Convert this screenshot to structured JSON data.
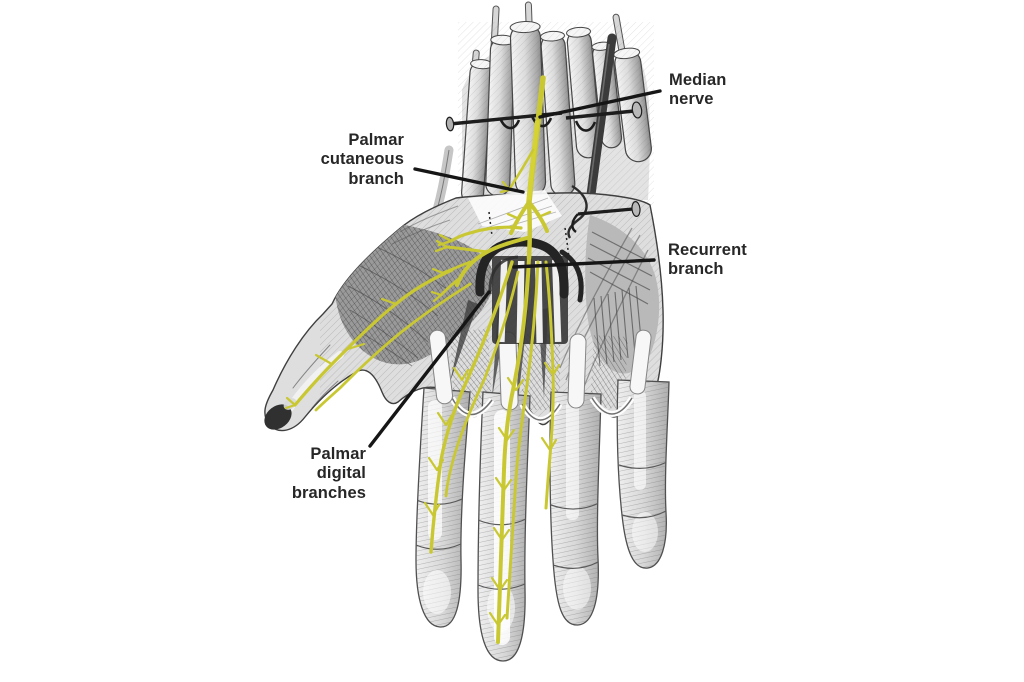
{
  "figure": {
    "background_color": "#ffffff",
    "nerve_highlight_color": "#c9c832",
    "leader_line_color": "#1a1a1a",
    "label_text_color": "#272727",
    "illustration_style_colors": {
      "engraving_light": "#e6e6e6",
      "engraving_mid": "#9a9a9a",
      "engraving_dark": "#3a3a3a"
    },
    "labels": {
      "median_nerve": {
        "lines": [
          "Median",
          "nerve"
        ]
      },
      "palmar_cutaneous_branch": {
        "lines": [
          "Palmar",
          "cutaneous",
          "branch"
        ]
      },
      "recurrent_branch": {
        "lines": [
          "Recurrent",
          "branch"
        ]
      },
      "palmar_digital_branches": {
        "lines": [
          "Palmar",
          "digital",
          "branches"
        ]
      }
    }
  }
}
